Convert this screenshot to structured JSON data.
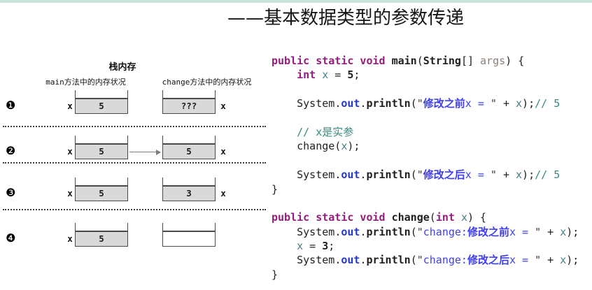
{
  "title": "——基本数据类型的参数传递",
  "colors": {
    "top_bar": "#c9e2da",
    "line_color": "#4a4a4a",
    "bucket_fill": "#d9d9d9",
    "code_plain": "#1f1f1f",
    "code_keyword": "#941c7c",
    "code_method": "#1f1f1f",
    "code_out": "#2438c8",
    "code_string": "#3e3ef0",
    "code_quote": "#4a3a3a",
    "code_comment": "#38897e",
    "code_variable": "#467f84",
    "code_arg": "#8a7f79"
  },
  "diagram": {
    "stack_label": "栈内存",
    "left_col_label": "main方法中的内存状况",
    "right_col_label": "change方法中的内存状况",
    "rows": [
      {
        "badge": "❶",
        "left_x": "x",
        "left_value": "5",
        "right_value": "???",
        "right_x": "x",
        "right_empty": false,
        "arrow": false
      },
      {
        "badge": "❷",
        "left_x": "x",
        "left_value": "5",
        "right_value": "5",
        "right_x": "x",
        "right_empty": false,
        "arrow": true
      },
      {
        "badge": "❸",
        "left_x": "x",
        "left_value": "5",
        "right_value": "3",
        "right_x": "x",
        "right_empty": false,
        "arrow": false
      },
      {
        "badge": "❹",
        "left_x": "x",
        "left_value": "5",
        "right_value": "",
        "right_x": "",
        "right_empty": true,
        "arrow": false
      }
    ]
  },
  "code": {
    "lines": [
      [
        {
          "t": "public static void ",
          "c": "kw"
        },
        {
          "t": "main",
          "c": "fn"
        },
        {
          "t": "(",
          "c": "pl"
        },
        {
          "t": "String",
          "c": "ty"
        },
        {
          "t": "[] ",
          "c": "pl"
        },
        {
          "t": "args",
          "c": "arg"
        },
        {
          "t": ") {",
          "c": "pl"
        }
      ],
      [
        {
          "t": "    ",
          "c": "pl"
        },
        {
          "t": "int",
          "c": "kw"
        },
        {
          "t": " ",
          "c": "pl"
        },
        {
          "t": "x",
          "c": "var"
        },
        {
          "t": " = ",
          "c": "pl"
        },
        {
          "t": "5",
          "c": "num"
        },
        {
          "t": ";",
          "c": "pl"
        }
      ],
      [],
      [
        {
          "t": "    System",
          "c": "pl"
        },
        {
          "t": ".",
          "c": "pl"
        },
        {
          "t": "out",
          "c": "out"
        },
        {
          "t": ".",
          "c": "pl"
        },
        {
          "t": "println",
          "c": "fn"
        },
        {
          "t": "(",
          "c": "pl"
        },
        {
          "t": "\"",
          "c": "q"
        },
        {
          "t": "修改之前",
          "c": "strb"
        },
        {
          "t": "x = ",
          "c": "str"
        },
        {
          "t": "\"",
          "c": "q"
        },
        {
          "t": " + ",
          "c": "pl"
        },
        {
          "t": "x",
          "c": "var"
        },
        {
          "t": ");",
          "c": "pl"
        },
        {
          "t": "// 5",
          "c": "cm"
        }
      ],
      [],
      [
        {
          "t": "    ",
          "c": "pl"
        },
        {
          "t": "// x是实参",
          "c": "cm"
        }
      ],
      [
        {
          "t": "    change(",
          "c": "pl"
        },
        {
          "t": "x",
          "c": "var"
        },
        {
          "t": ");",
          "c": "pl"
        }
      ],
      [],
      [
        {
          "t": "    System",
          "c": "pl"
        },
        {
          "t": ".",
          "c": "pl"
        },
        {
          "t": "out",
          "c": "out"
        },
        {
          "t": ".",
          "c": "pl"
        },
        {
          "t": "println",
          "c": "fn"
        },
        {
          "t": "(",
          "c": "pl"
        },
        {
          "t": "\"",
          "c": "q"
        },
        {
          "t": "修改之后",
          "c": "strb"
        },
        {
          "t": "x = ",
          "c": "str"
        },
        {
          "t": "\"",
          "c": "q"
        },
        {
          "t": " + ",
          "c": "pl"
        },
        {
          "t": "x",
          "c": "var"
        },
        {
          "t": ");",
          "c": "pl"
        },
        {
          "t": "// 5",
          "c": "cm"
        }
      ],
      [
        {
          "t": "}",
          "c": "pl"
        }
      ],
      [],
      [
        {
          "t": "public static void ",
          "c": "kw"
        },
        {
          "t": "change",
          "c": "fn"
        },
        {
          "t": "(",
          "c": "pl"
        },
        {
          "t": "int",
          "c": "kw"
        },
        {
          "t": " ",
          "c": "pl"
        },
        {
          "t": "x",
          "c": "var"
        },
        {
          "t": ") {",
          "c": "pl"
        }
      ],
      [
        {
          "t": "    System",
          "c": "pl"
        },
        {
          "t": ".",
          "c": "pl"
        },
        {
          "t": "out",
          "c": "out"
        },
        {
          "t": ".",
          "c": "pl"
        },
        {
          "t": "println",
          "c": "fn"
        },
        {
          "t": "(",
          "c": "pl"
        },
        {
          "t": "\"",
          "c": "q"
        },
        {
          "t": "change:",
          "c": "str"
        },
        {
          "t": "修改之前",
          "c": "strb"
        },
        {
          "t": "x = ",
          "c": "str"
        },
        {
          "t": "\"",
          "c": "q"
        },
        {
          "t": " + ",
          "c": "pl"
        },
        {
          "t": "x",
          "c": "var"
        },
        {
          "t": ");",
          "c": "pl"
        }
      ],
      [
        {
          "t": "    ",
          "c": "pl"
        },
        {
          "t": "x",
          "c": "var"
        },
        {
          "t": " = ",
          "c": "pl"
        },
        {
          "t": "3",
          "c": "num"
        },
        {
          "t": ";",
          "c": "pl"
        }
      ],
      [
        {
          "t": "    System",
          "c": "pl"
        },
        {
          "t": ".",
          "c": "pl"
        },
        {
          "t": "out",
          "c": "out"
        },
        {
          "t": ".",
          "c": "pl"
        },
        {
          "t": "println",
          "c": "fn"
        },
        {
          "t": "(",
          "c": "pl"
        },
        {
          "t": "\"",
          "c": "q"
        },
        {
          "t": "change:",
          "c": "str"
        },
        {
          "t": "修改之后",
          "c": "strb"
        },
        {
          "t": "x = ",
          "c": "str"
        },
        {
          "t": "\"",
          "c": "q"
        },
        {
          "t": " + ",
          "c": "pl"
        },
        {
          "t": "x",
          "c": "var"
        },
        {
          "t": ");",
          "c": "pl"
        }
      ],
      [
        {
          "t": "}",
          "c": "pl"
        }
      ]
    ]
  }
}
